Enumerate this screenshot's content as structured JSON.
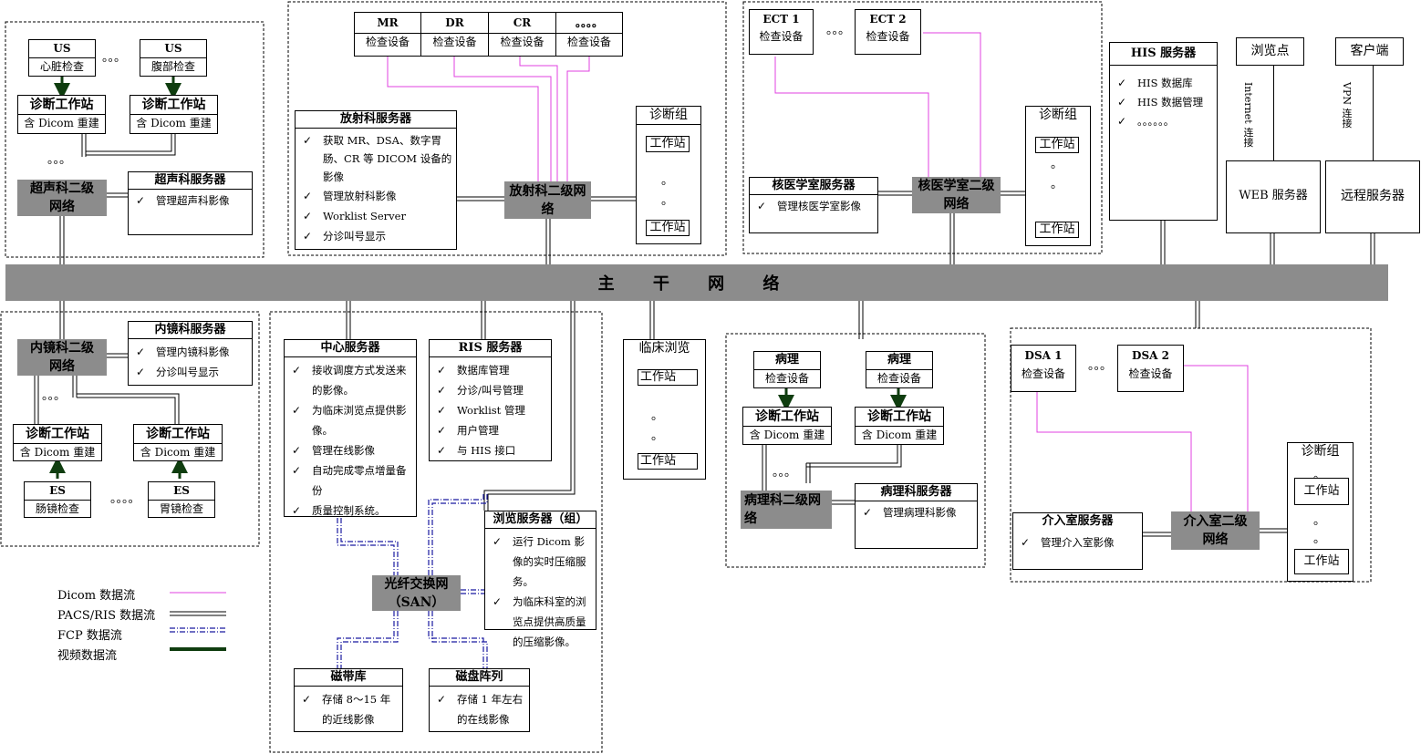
{
  "backbone": "主 干 网 络",
  "ultrasound": {
    "devices": [
      {
        "title": "US",
        "sub": "心脏检查"
      },
      {
        "title": "US",
        "sub": "腹部检查"
      }
    ],
    "dots": "。。。",
    "workstations": [
      {
        "title": "诊断工作站",
        "sub": "含 Dicom 重建"
      },
      {
        "title": "诊断工作站",
        "sub": "含 Dicom 重建"
      }
    ],
    "ws_dots": "。。。",
    "network": "超声科二级网络",
    "server": {
      "title": "超声科服务器",
      "items": [
        "管理超声科影像"
      ]
    }
  },
  "radiology": {
    "devices": [
      {
        "title": "MR",
        "sub": "检查设备"
      },
      {
        "title": "DR",
        "sub": "检查设备"
      },
      {
        "title": "CR",
        "sub": "检查设备"
      },
      {
        "title": "。。。。",
        "sub": "检查设备"
      }
    ],
    "server": {
      "title": "放射科服务器",
      "items": [
        "获取 MR、DSA、数字胃肠、CR 等 DICOM 设备的影像",
        "管理放射科影像",
        "Worklist Server",
        "分诊叫号显示"
      ]
    },
    "network": "放射科二级网络",
    "group": {
      "title": "诊断组",
      "ws": "工作站",
      "dot": "。"
    }
  },
  "nuclear": {
    "devices": [
      {
        "title": "ECT 1",
        "sub": "检查设备"
      },
      {
        "title": "ECT 2",
        "sub": "检查设备"
      }
    ],
    "dots": "。。。",
    "server": {
      "title": "核医学室服务器",
      "items": [
        "管理核医学室影像"
      ]
    },
    "network": "核医学室二级网络",
    "group": {
      "title": "诊断组",
      "ws": "工作站",
      "dot": "。"
    }
  },
  "his": {
    "title": "HIS 服务器",
    "items": [
      "HIS 数据库",
      "HIS 数据管理",
      "。。。。。。"
    ]
  },
  "browse_point": "浏览点",
  "client": "客户端",
  "internet_label": "Internet 连接",
  "vpn_label": "VPN 连接",
  "web_server": "WEB 服务器",
  "remote_server": "远程服务器",
  "endoscopy": {
    "network": "内镜科二级网络",
    "server": {
      "title": "内镜科服务器",
      "items": [
        "管理内镜科影像",
        "分诊叫号显示"
      ]
    },
    "ws_dots": "。。。",
    "workstations": [
      {
        "title": "诊断工作站",
        "sub": "含 Dicom 重建"
      },
      {
        "title": "诊断工作站",
        "sub": "含 Dicom 重建"
      }
    ],
    "devices": [
      {
        "title": "ES",
        "sub": "肠镜检查"
      },
      {
        "title": "ES",
        "sub": "胃镜检查"
      }
    ],
    "dots": "。。。。"
  },
  "center": {
    "central_server": {
      "title": "中心服务器",
      "items": [
        "接收调度方式发送来的影像。",
        "为临床浏览点提供影像。",
        "管理在线影像",
        "自动完成零点增量备份",
        "质量控制系统。"
      ]
    },
    "ris_server": {
      "title": "RIS 服务器",
      "items": [
        "数据库管理",
        "分诊/叫号管理",
        "Worklist 管理",
        "用户管理",
        "与 HIS 接口"
      ]
    },
    "browse_server": {
      "title": "浏览服务器（组）",
      "items": [
        "运行 Dicom 影像的实时压缩服务。",
        "为临床科室的浏览点提供高质量的压缩影像。"
      ]
    },
    "san": "光纤交换网（SAN）",
    "tape": {
      "title": "磁带库",
      "items": [
        "存储 8～15 年的近线影像"
      ]
    },
    "disk": {
      "title": "磁盘阵列",
      "items": [
        "存储 1 年左右的在线影像"
      ]
    }
  },
  "clinical": {
    "title": "临床浏览",
    "ws": "工作站",
    "dot": "。"
  },
  "pathology": {
    "devices": [
      {
        "title": "病理",
        "sub": "检查设备"
      },
      {
        "title": "病理",
        "sub": "检查设备"
      }
    ],
    "workstations": [
      {
        "title": "诊断工作站",
        "sub": "含 Dicom 重建"
      },
      {
        "title": "诊断工作站",
        "sub": "含 Dicom 重建"
      }
    ],
    "ws_dots": "。。。",
    "network": "病理科二级网络",
    "server": {
      "title": "病理科服务器",
      "items": [
        "管理病理科影像"
      ]
    }
  },
  "intervention": {
    "devices": [
      {
        "title": "DSA 1",
        "sub": "检查设备"
      },
      {
        "title": "DSA 2",
        "sub": "检查设备"
      }
    ],
    "dots": "。。。",
    "server": {
      "title": "介入室服务器",
      "items": [
        "管理介入室影像"
      ]
    },
    "network": "介入室二级网络",
    "group": {
      "title": "诊断组",
      "ws": "工作站",
      "dot": "。"
    }
  },
  "legend": [
    {
      "label": "Dicom 数据流",
      "color": "#e040e0"
    },
    {
      "label": "PACS/RIS 数据流",
      "color": "#000000"
    },
    {
      "label": "FCP 数据流",
      "color": "#1a1aa0"
    },
    {
      "label": "视频数据流",
      "color": "#0f3d0f"
    }
  ]
}
